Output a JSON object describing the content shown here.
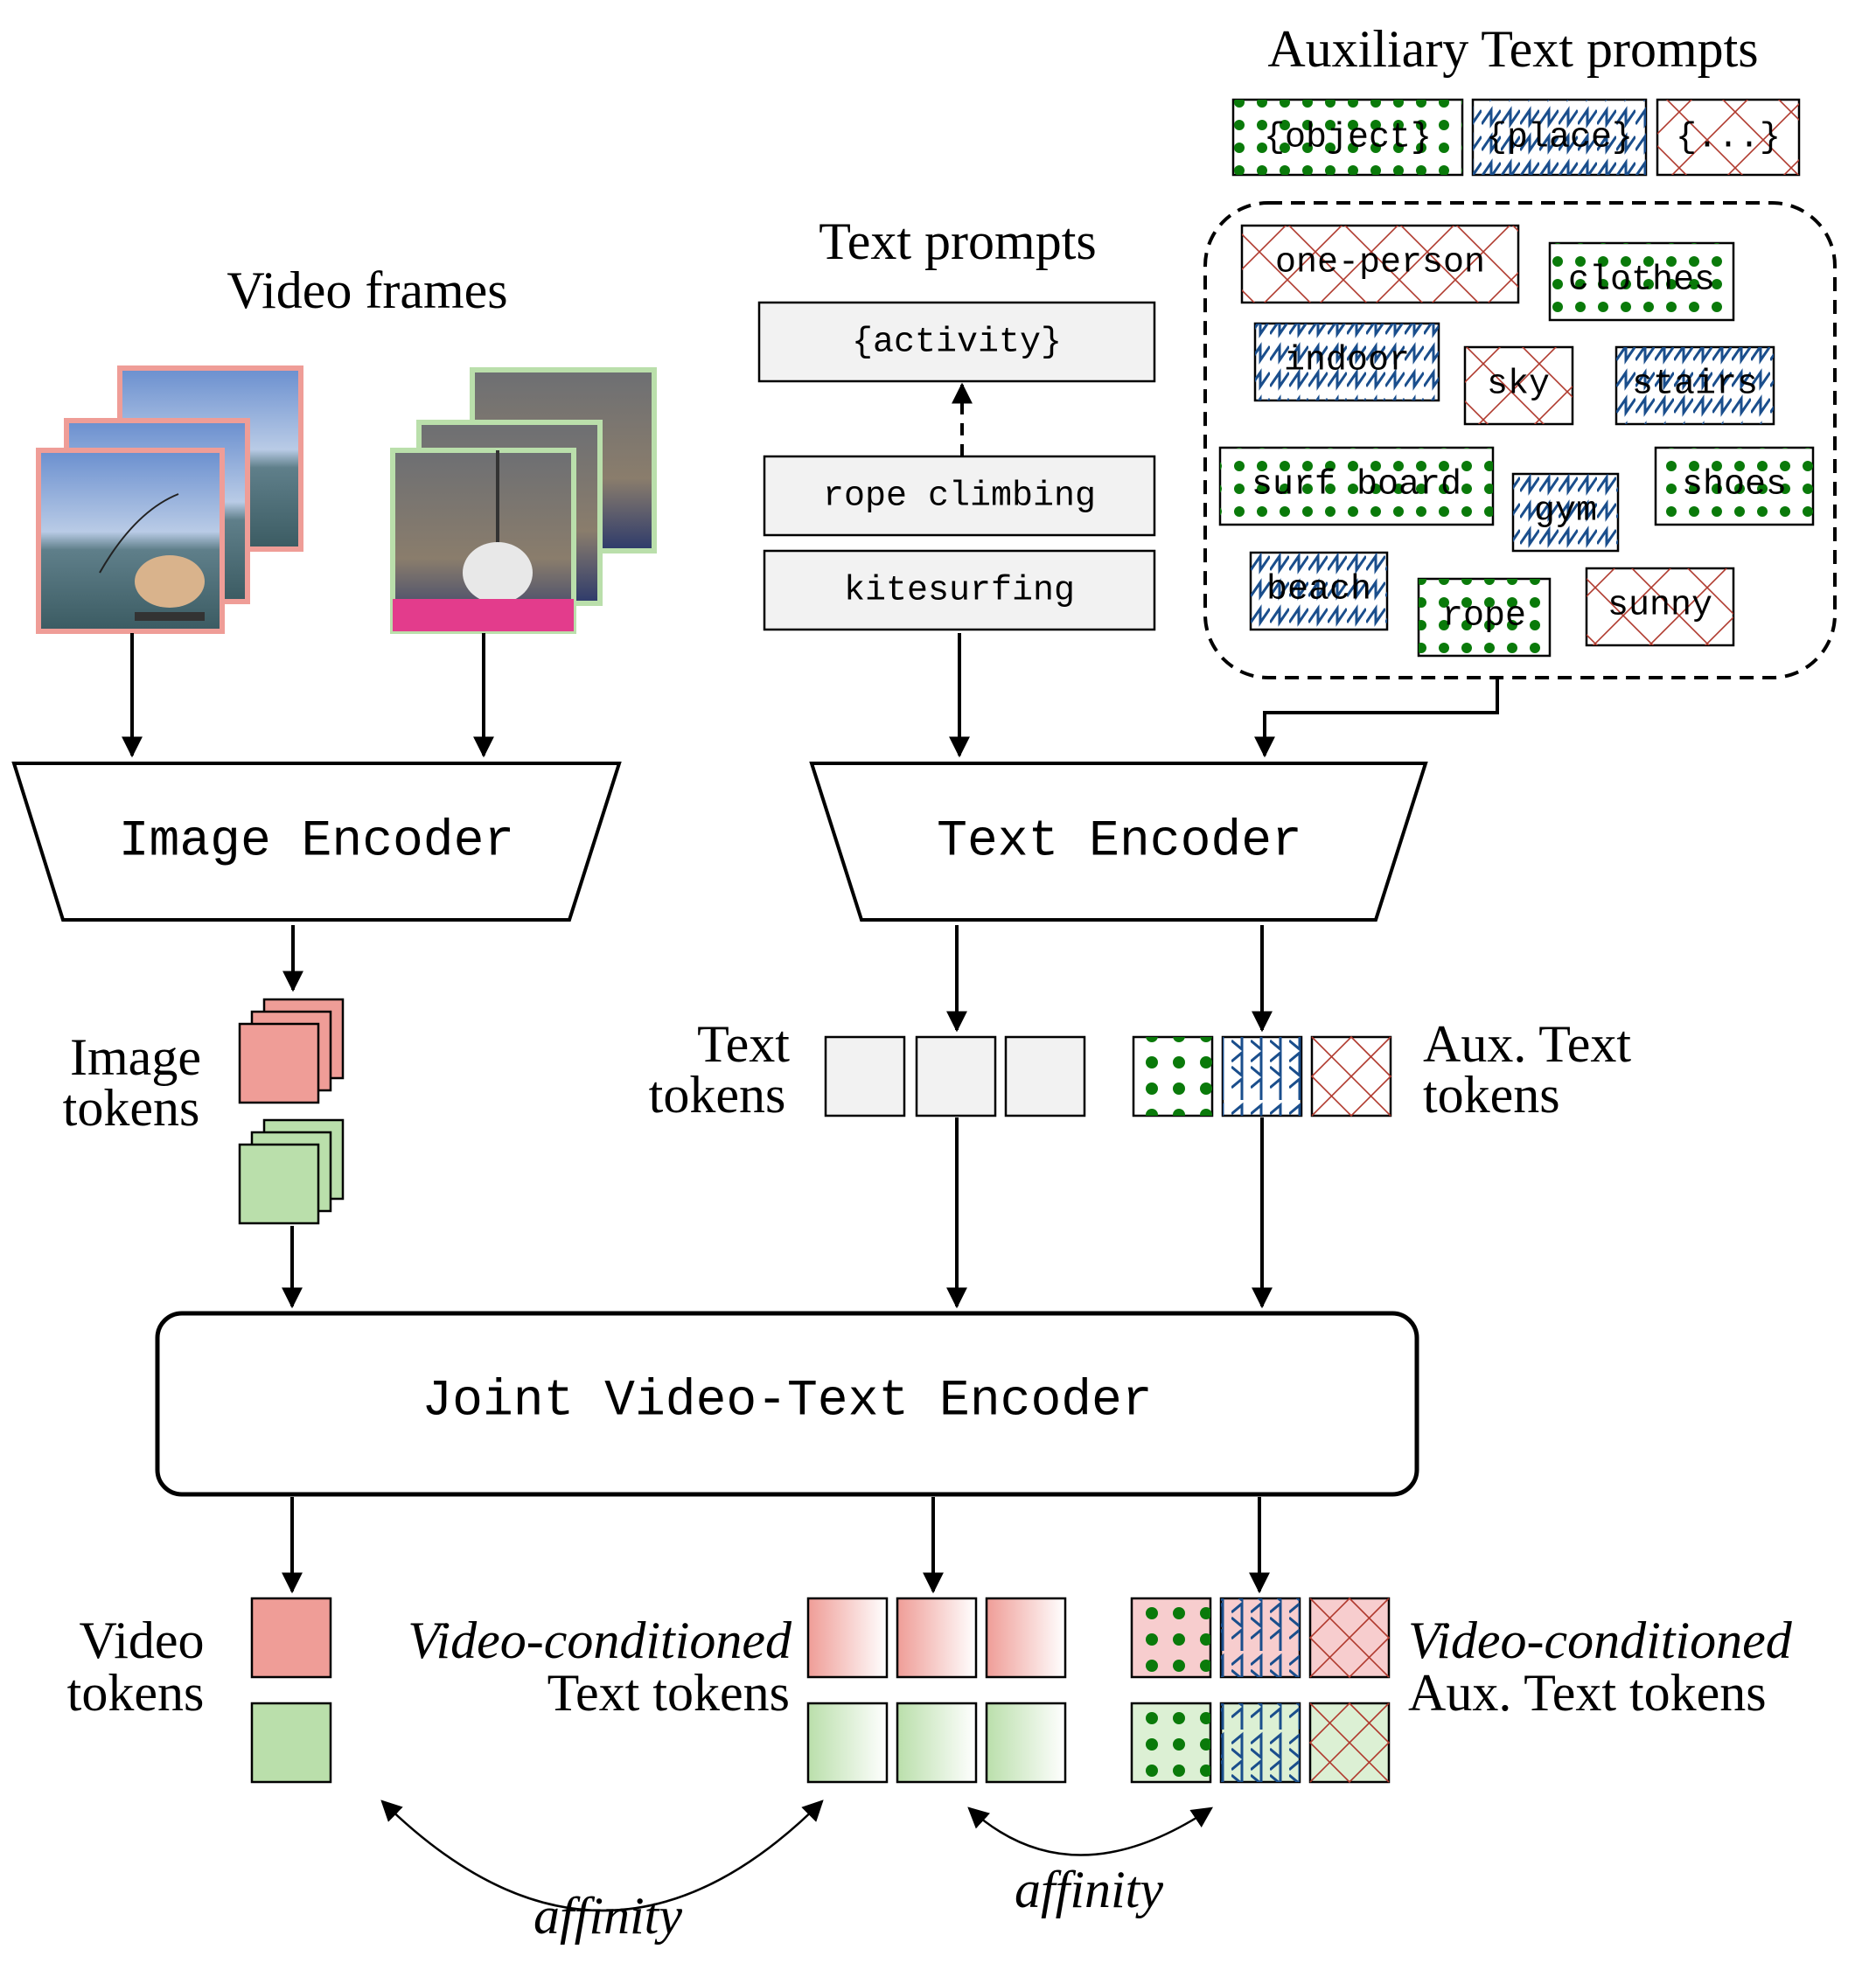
{
  "headings": {
    "video_frames": "Video frames",
    "text_prompts": "Text prompts",
    "aux_prompts": "Auxiliary Text prompts"
  },
  "encoders": {
    "image": "Image Encoder",
    "text": "Text Encoder",
    "joint": "Joint Video-Text Encoder"
  },
  "prompts": {
    "activity": "{activity}",
    "rope": "rope climbing",
    "kite": "kitesurfing"
  },
  "aux_categories": {
    "object": "{object}",
    "place": "{place}",
    "other": "{...}"
  },
  "aux_words": {
    "one_person": "one-person",
    "clothes": "clothes",
    "indoor": "indoor",
    "sky": "sky",
    "stairs": "stairs",
    "surf_board": "surf board",
    "gym": "gym",
    "shoes": "shoes",
    "beach": "beach",
    "rope": "rope",
    "sunny": "sunny"
  },
  "labels": {
    "image_tokens_1": "Image",
    "image_tokens_2": "tokens",
    "text_tokens_1": "Text",
    "text_tokens_2": "tokens",
    "aux_tokens_1": "Aux. Text",
    "aux_tokens_2": "tokens",
    "video_tokens_1": "Video",
    "video_tokens_2": "tokens",
    "vc_text_1": "Video-conditioned",
    "vc_text_2": "Text tokens",
    "vc_aux_1": "Video-conditioned",
    "vc_aux_2": "Aux. Text tokens",
    "affinity": "affinity"
  },
  "colors": {
    "red": "#ef9d97",
    "green": "#badfab",
    "gray": "#f2f2f2",
    "dots": "#0a7a0a",
    "zigzag": "#1a4e8c",
    "cross": "#b03a2e",
    "red_light": "#f7cdce",
    "green_light": "#dcf0d4"
  }
}
